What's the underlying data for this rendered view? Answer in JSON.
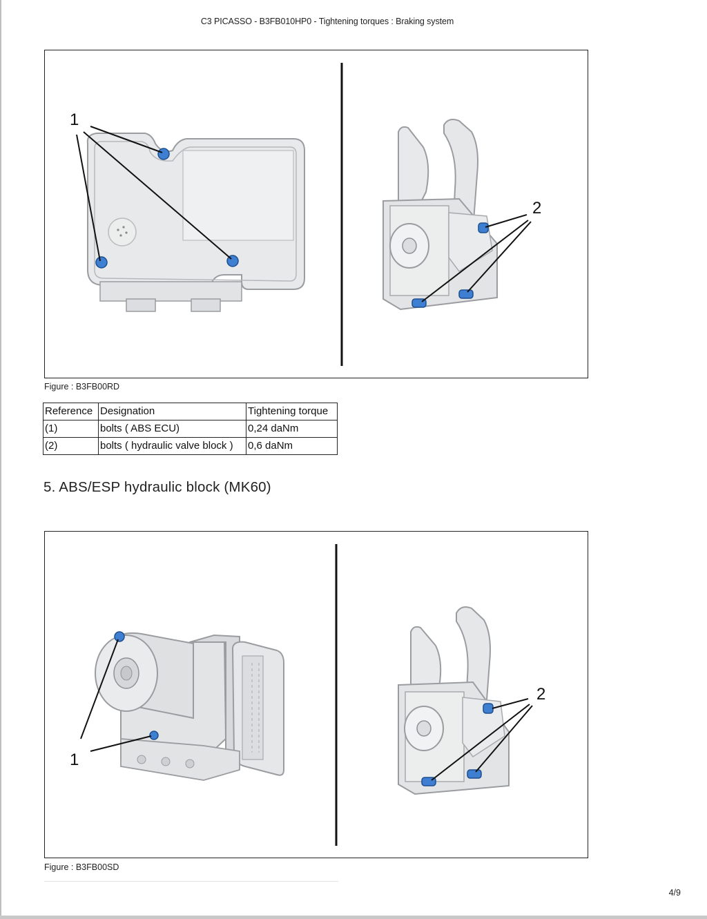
{
  "header": {
    "title": "C3 PICASSO - B3FB010HP0 - Tightening torques : Braking system"
  },
  "figure1": {
    "caption": "Figure : B3FB00RD",
    "callout_left": "1",
    "callout_right": "2"
  },
  "torque_table": {
    "headers": [
      "Reference",
      "Designation",
      "Tightening torque"
    ],
    "rows": [
      [
        "(1)",
        "bolts ( ABS ECU)",
        "0,24 daNm"
      ],
      [
        "(2)",
        "bolts ( hydraulic valve block )",
        "0,6 daNm"
      ]
    ]
  },
  "section": {
    "title": "5. ABS/ESP hydraulic block (MK60)"
  },
  "figure2": {
    "caption": "Figure : B3FB00SD",
    "callout_left": "1",
    "callout_right": "2"
  },
  "footer": {
    "page": "4/9"
  },
  "colors": {
    "bolt_blue": "#3f7fd1",
    "part_gray": "#e6e7e9",
    "outline": "#9a9ca0"
  }
}
